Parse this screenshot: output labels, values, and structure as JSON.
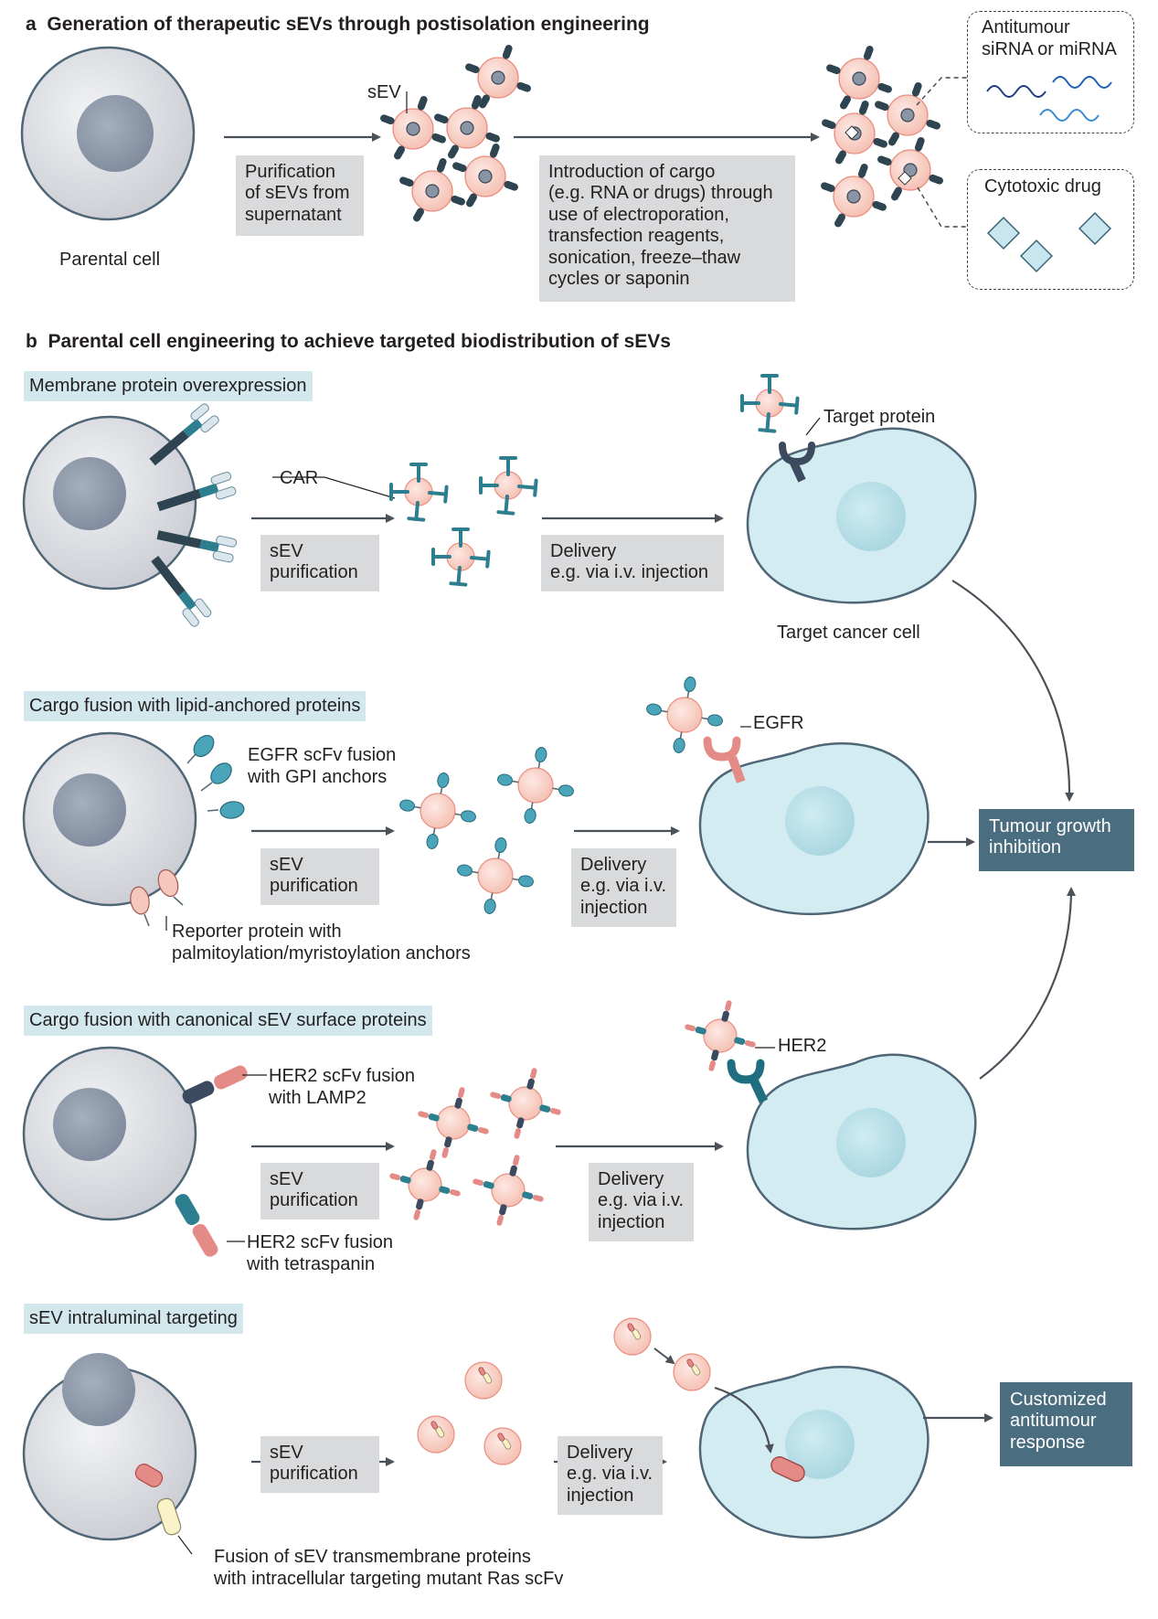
{
  "panel_a": {
    "title_letter": "a",
    "title": "Generation of therapeutic sEVs through postisolation engineering",
    "parental_cell_label": "Parental cell",
    "sev_label": "sEV",
    "purification_box": [
      "Purification",
      "of sEVs from",
      "supernatant"
    ],
    "cargo_box": [
      "Introduction of cargo",
      "(e.g. RNA or drugs) through",
      "use of electroporation,",
      "transfection reagents,",
      "sonication, freeze–thaw",
      "cycles or saponin"
    ],
    "rna_box": [
      "Antitumour",
      "siRNA or miRNA"
    ],
    "drug_box": "Cytotoxic drug"
  },
  "panel_b": {
    "title_letter": "b",
    "title": "Parental cell engineering to achieve targeted biodistribution of sEVs",
    "rows": [
      {
        "header": "Membrane protein overexpression",
        "annotations": [
          "CAR"
        ],
        "purification": [
          "sEV",
          "purification"
        ],
        "delivery": [
          "Delivery",
          "e.g. via i.v. injection"
        ],
        "target_label": "Target protein",
        "cell_label": "Target cancer cell"
      },
      {
        "header": "Cargo fusion with lipid-anchored proteins",
        "annotations": [
          "EGFR scFv fusion",
          "with GPI anchors",
          "Reporter protein with",
          "palmitoylation/myristoylation anchors"
        ],
        "purification": [
          "sEV",
          "purification"
        ],
        "delivery": [
          "Delivery",
          "e.g. via i.v.",
          "injection"
        ],
        "target_label": "EGFR"
      },
      {
        "header": "Cargo fusion with canonical sEV surface proteins",
        "annotations": [
          "HER2 scFv fusion",
          "with LAMP2",
          "HER2 scFv fusion",
          "with tetraspanin"
        ],
        "purification": [
          "sEV",
          "purification"
        ],
        "delivery": [
          "Delivery",
          "e.g. via i.v.",
          "injection"
        ],
        "target_label": "HER2"
      },
      {
        "header": "sEV intraluminal targeting",
        "annotations": [
          "Fusion of sEV transmembrane proteins",
          "with intracellular targeting mutant Ras scFv"
        ],
        "purification": [
          "sEV",
          "purification"
        ],
        "delivery": [
          "Delivery",
          "e.g. via i.v.",
          "injection"
        ]
      }
    ],
    "outcome_1": [
      "Tumour growth",
      "inhibition"
    ],
    "outcome_2": [
      "Customized",
      "antitumour",
      "response"
    ]
  },
  "colors": {
    "parental_cell": "#d6d7dc",
    "nucleus": "#8d99aa",
    "target_cell": "#d3ecf1",
    "target_nucleus": "#b5dbe5",
    "sev": "#f9d5cc",
    "dark_outcome": "#4a6d80",
    "teal_header": "#d2e8ed",
    "gray_box": "#d9dadc"
  }
}
